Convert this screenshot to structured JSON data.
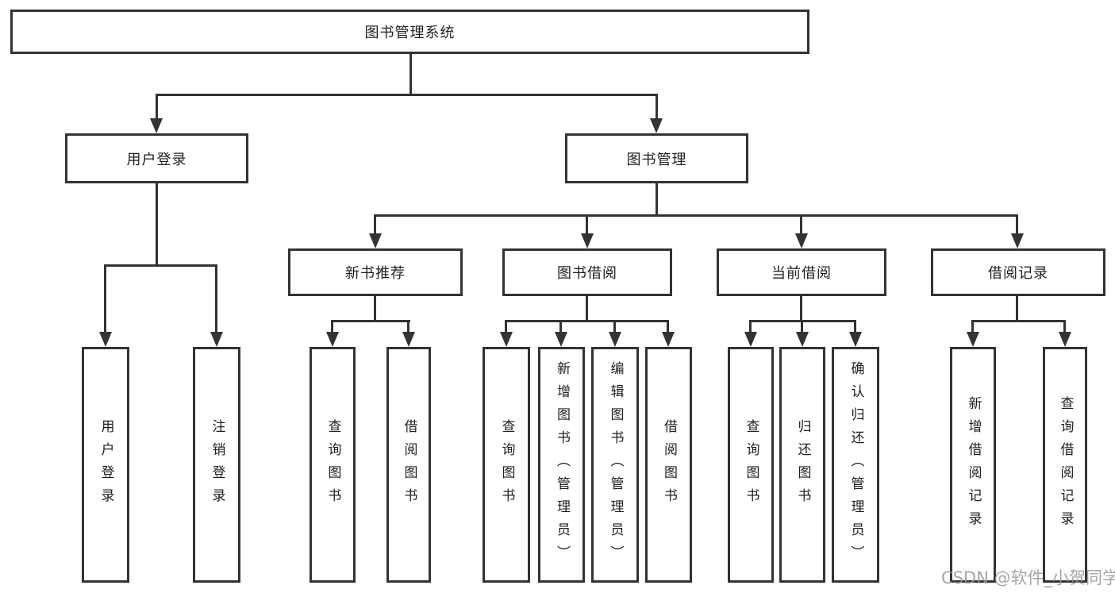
{
  "diagram": {
    "root": {
      "label": "图书管理系统"
    },
    "level2": [
      {
        "label": "用户登录",
        "children": [
          {
            "label": "用户登录"
          },
          {
            "label": "注销登录"
          }
        ]
      },
      {
        "label": "图书管理",
        "children": [
          {
            "label": "新书推荐",
            "children": [
              {
                "label": "查询图书"
              },
              {
                "label": "借阅图书"
              }
            ]
          },
          {
            "label": "图书借阅",
            "children": [
              {
                "label": "查询图书"
              },
              {
                "label": "新增图书（管理员）"
              },
              {
                "label": "编辑图书（管理员）"
              },
              {
                "label": "借阅图书"
              }
            ]
          },
          {
            "label": "当前借阅",
            "children": [
              {
                "label": "查询图书"
              },
              {
                "label": "归还图书"
              },
              {
                "label": "确认归还（管理员）"
              }
            ]
          },
          {
            "label": "借阅记录",
            "children": [
              {
                "label": "新增借阅记录"
              },
              {
                "label": "查询借阅记录"
              }
            ]
          }
        ]
      }
    ]
  },
  "watermark": {
    "text": "CSDN @软件_小贺同学"
  },
  "colors": {
    "line": "#333333",
    "text": "#1f1f1f",
    "background": "#ffffff",
    "watermark": "#969696"
  }
}
